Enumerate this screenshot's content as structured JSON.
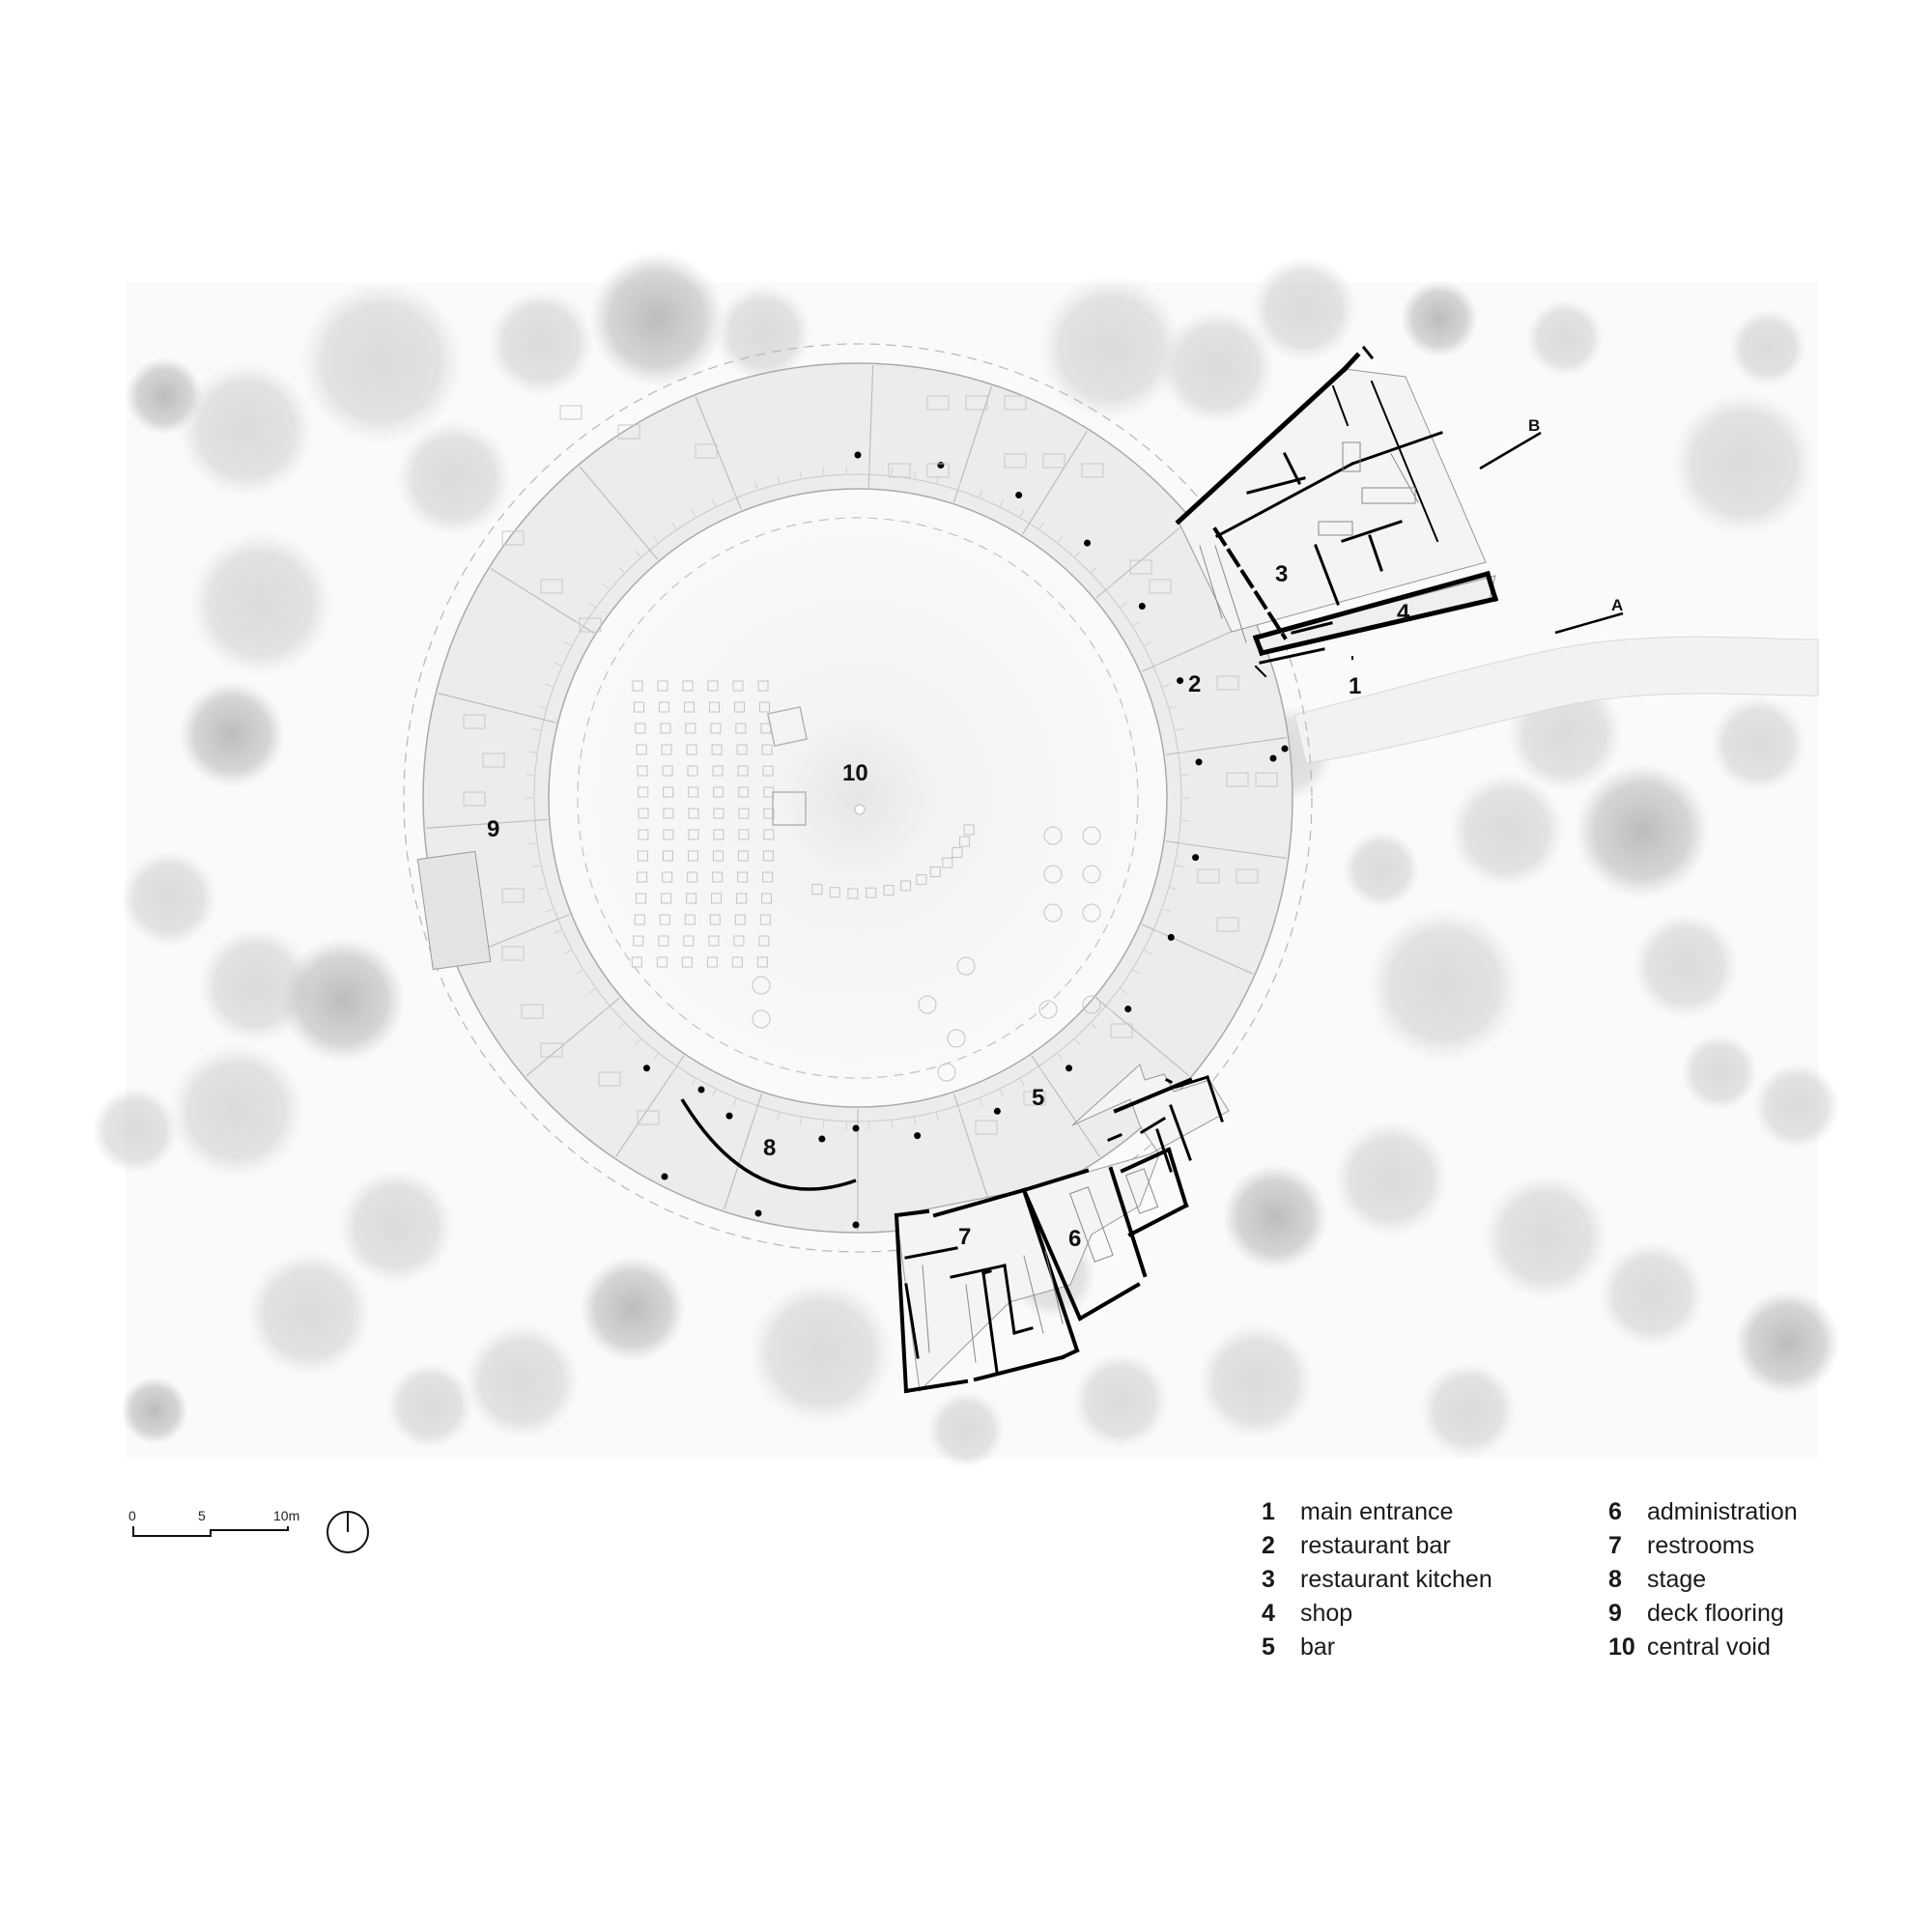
{
  "plan": {
    "zone_labels": [
      "1",
      "2",
      "3",
      "4",
      "5",
      "6",
      "7",
      "8",
      "9",
      "10"
    ],
    "section_markers": [
      "B",
      "A"
    ]
  },
  "scale_bar": {
    "ticks": [
      "0",
      "5",
      "10m"
    ]
  },
  "legend": {
    "left": [
      {
        "num": "1",
        "label": "main entrance"
      },
      {
        "num": "2",
        "label": "restaurant bar"
      },
      {
        "num": "3",
        "label": "restaurant kitchen"
      },
      {
        "num": "4",
        "label": "shop"
      },
      {
        "num": "5",
        "label": "bar"
      }
    ],
    "right": [
      {
        "num": "6",
        "label": "administration"
      },
      {
        "num": "7",
        "label": "restrooms"
      },
      {
        "num": "8",
        "label": "stage"
      },
      {
        "num": "9",
        "label": "deck flooring"
      },
      {
        "num": "10",
        "label": "central void"
      }
    ]
  },
  "colors": {
    "ring_fill": "#ececec",
    "void_fill": "#f7f7f7",
    "tree_fill": "#bdbdbd",
    "wall": "#000000"
  },
  "icons": {
    "north": "north-arrow-icon"
  }
}
